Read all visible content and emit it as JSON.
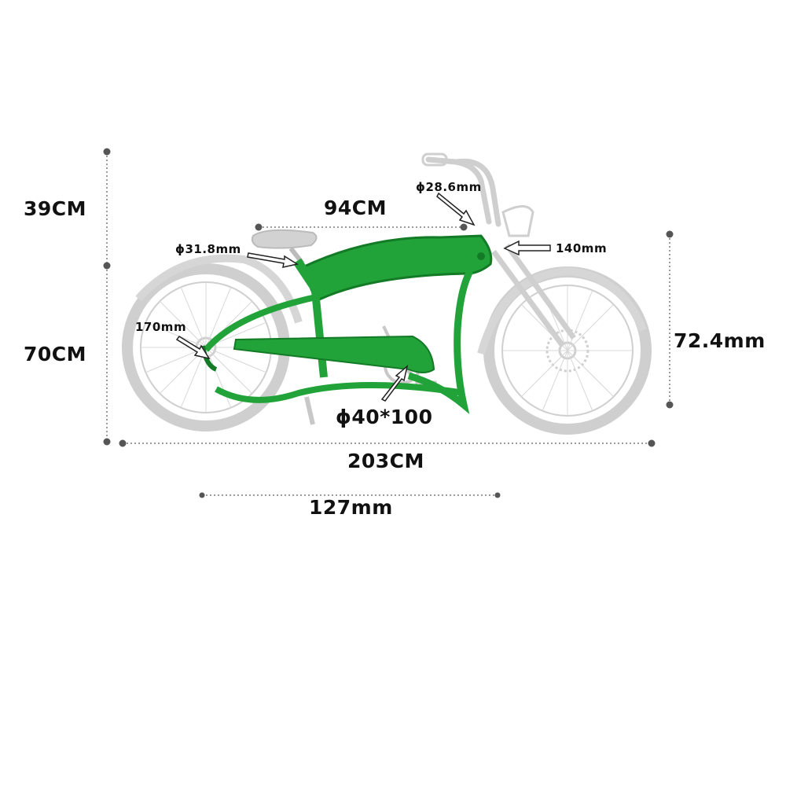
{
  "dimensions": {
    "seat_height_upper": "39CM",
    "seat_height_lower": "70CM",
    "top_tube_length": "94CM",
    "overall_length": "203CM",
    "wheelbase": "127mm",
    "front_height": "72.4mm",
    "handlebar_diameter": "ϕ28.6mm",
    "seatpost_diameter": "ϕ31.8mm",
    "head_tube_length": "140mm",
    "rear_dropout_width": "170mm",
    "bottom_bracket": "ϕ40*100"
  },
  "colors": {
    "frame": "#21a33a",
    "frame_dark": "#137a26",
    "ghost": "#cfcfcf",
    "dimension_line": "#7a7a7a",
    "dot": "#555555"
  }
}
